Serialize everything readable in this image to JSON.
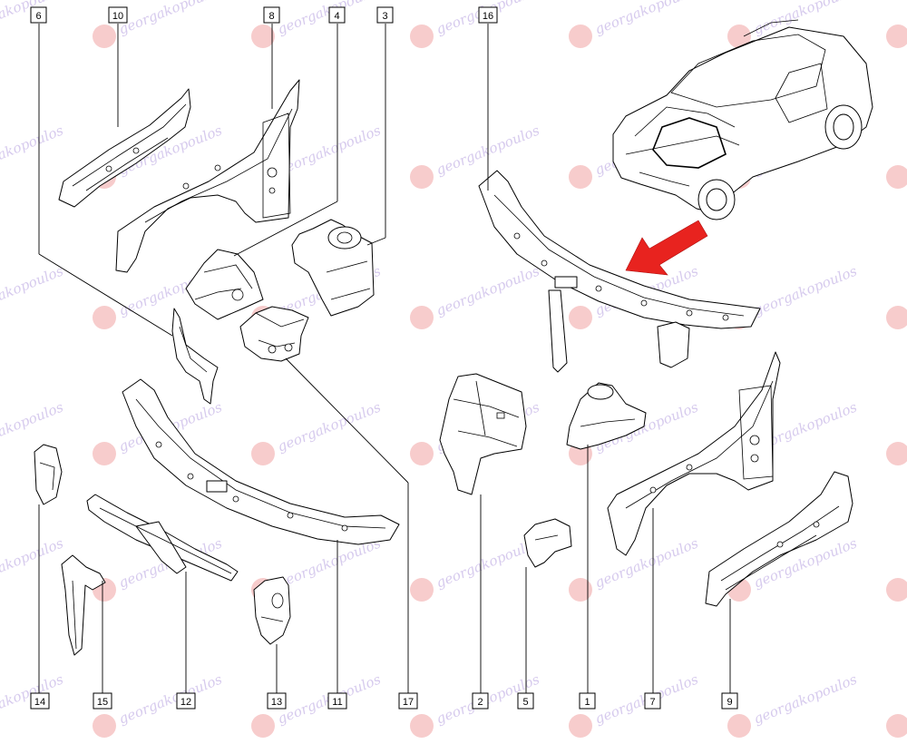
{
  "watermark": {
    "text": "georgakopoulos",
    "color": "#c9b9e8",
    "logo_color": "#e44848"
  },
  "arrow": {
    "color": "#e8231f"
  },
  "callouts": [
    "1",
    "2",
    "3",
    "4",
    "5",
    "6",
    "7",
    "8",
    "9",
    "10",
    "11",
    "12",
    "13",
    "14",
    "15",
    "16",
    "17"
  ]
}
